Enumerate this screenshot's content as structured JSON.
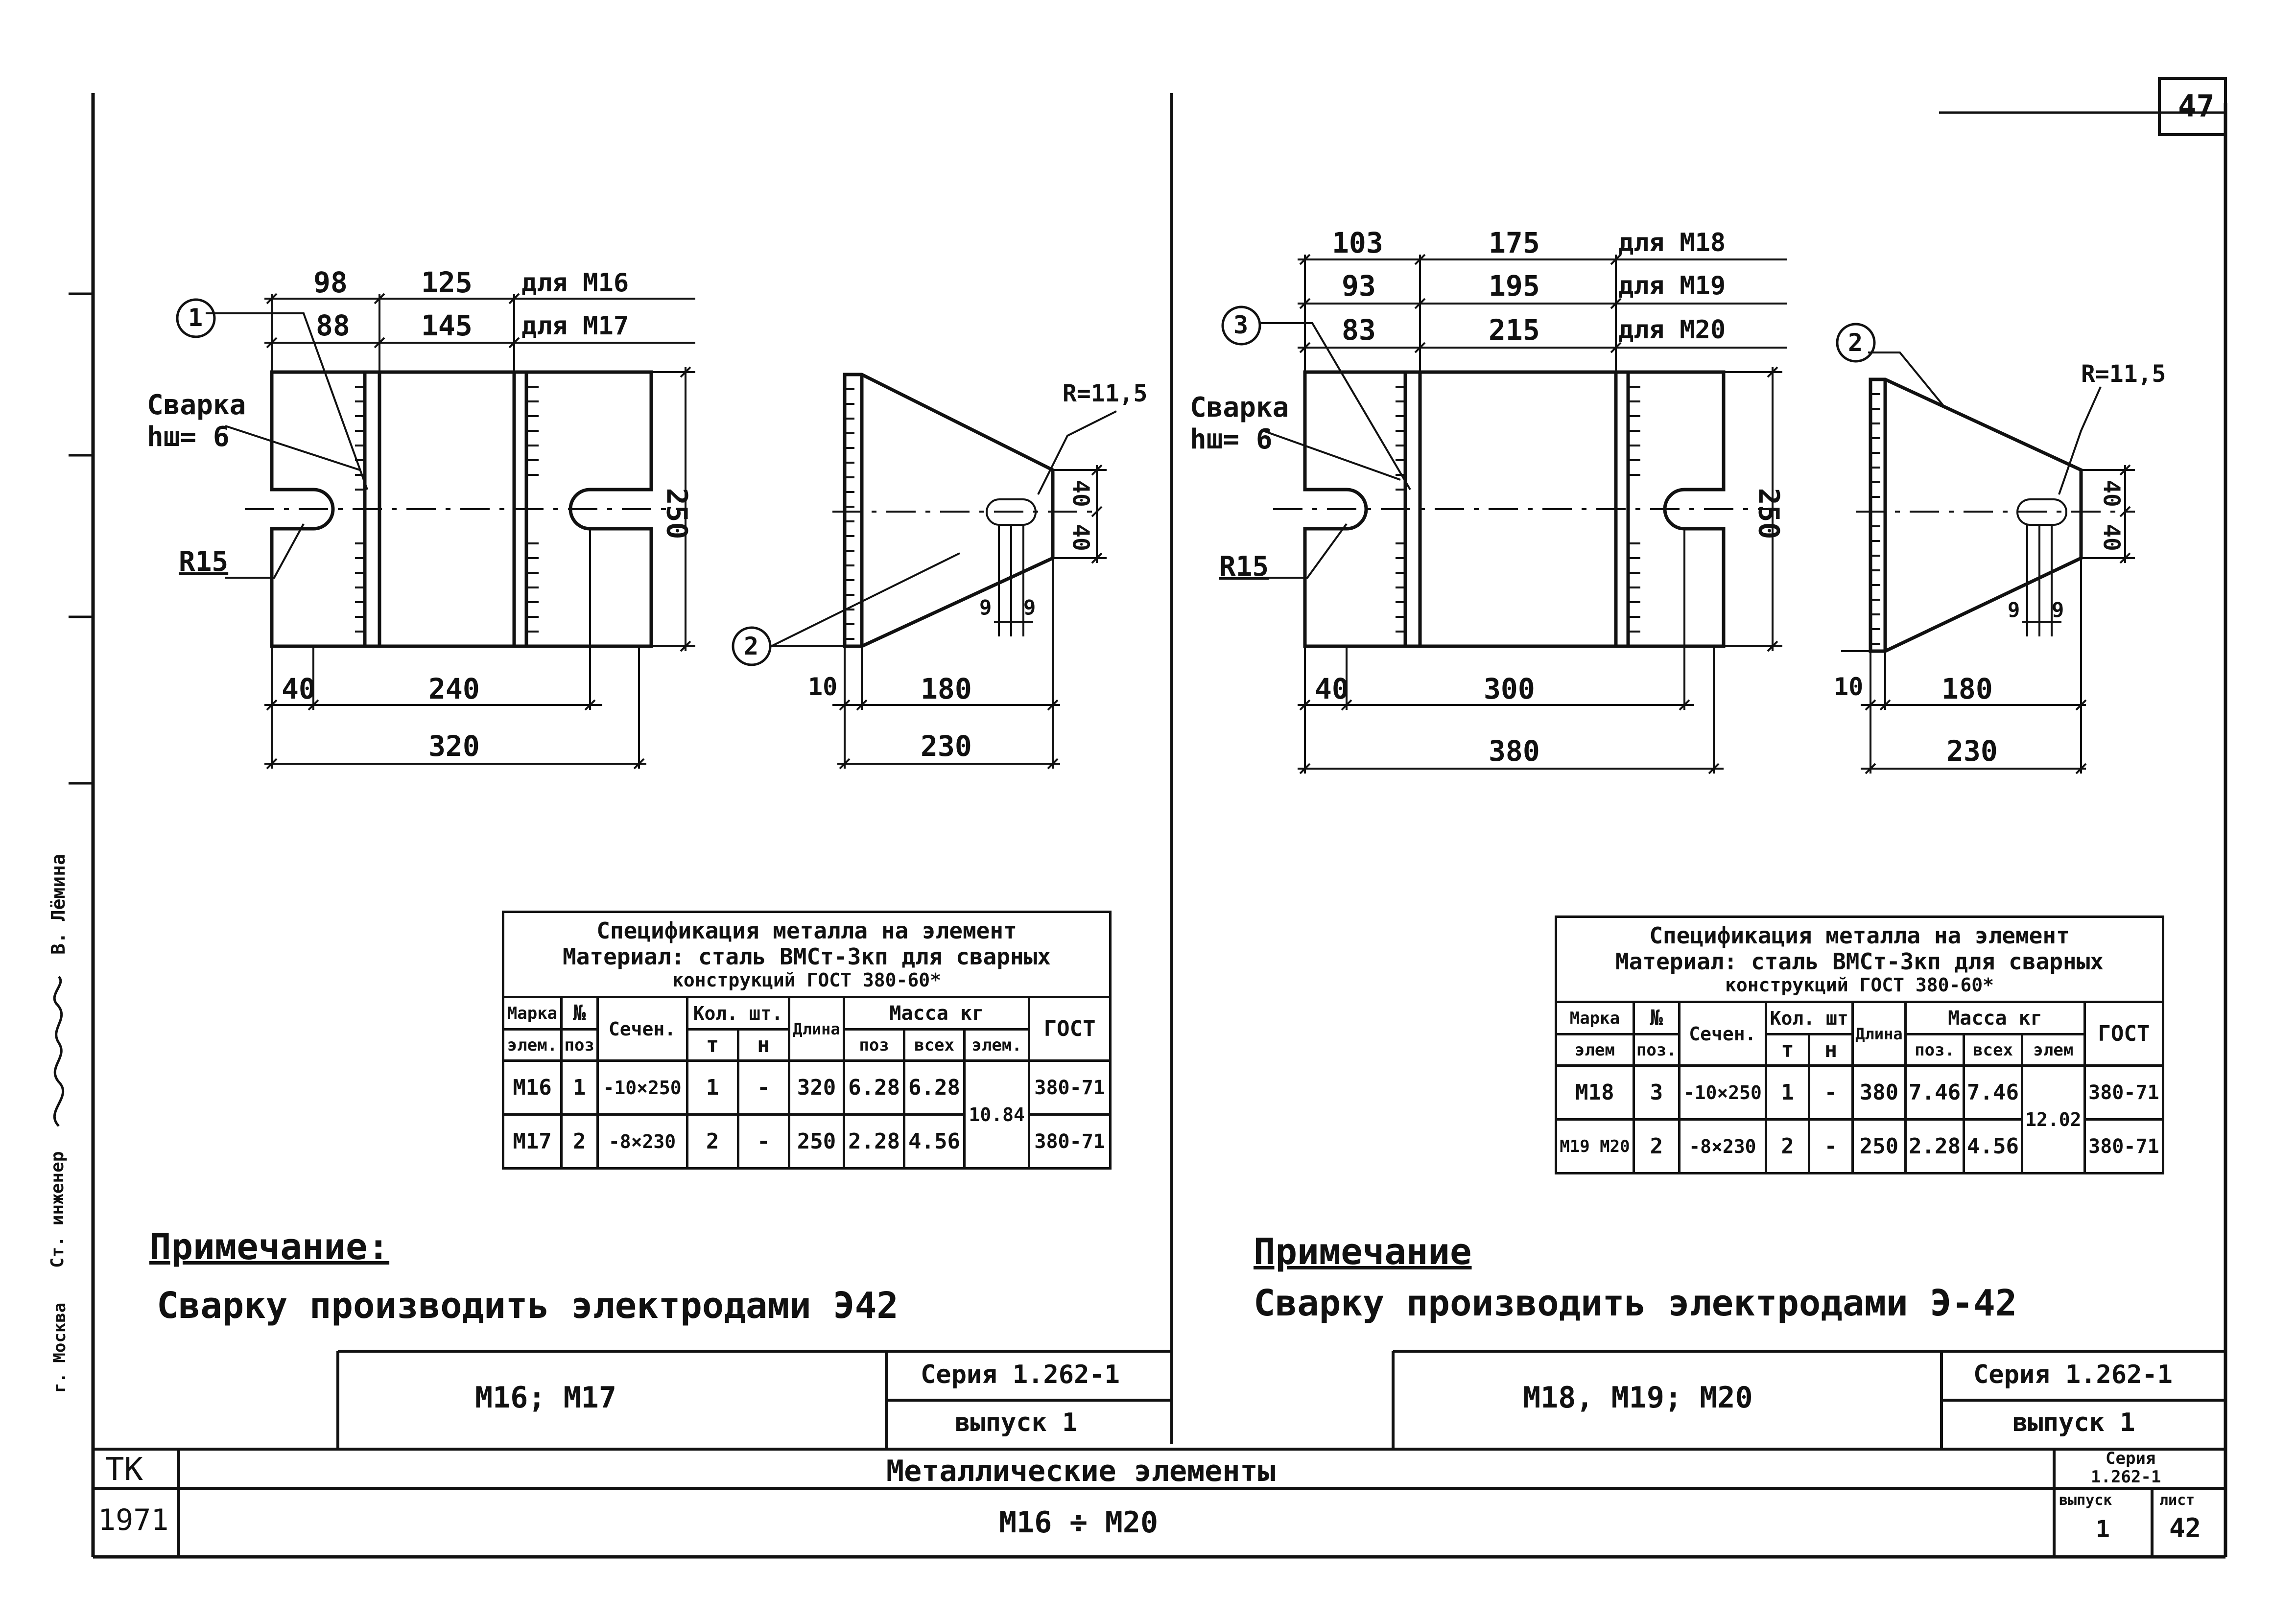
{
  "page_number": "47",
  "left_panel": {
    "dims_top": {
      "row1": {
        "a": "98",
        "b": "125",
        "label": "для М16"
      },
      "row2": {
        "a": "88",
        "b": "145",
        "label": "для М17"
      }
    },
    "pos_marker_main": "1",
    "pos_marker_side": "2",
    "weld_label": "Сварка",
    "weld_size": "hш= 6",
    "radius_left": "R15",
    "height": "250",
    "dim_40": "40",
    "dim_240": "240",
    "dim_320": "320",
    "side": {
      "r": "R=11,5",
      "h1": "40",
      "h2": "40",
      "d1": "9",
      "d2": "9",
      "w10": "10",
      "w180": "180",
      "w230": "230"
    },
    "spec": {
      "title1": "Спецификация металла на элемент",
      "title2": "Материал: сталь ВМСт-3кп для сварных",
      "title3": "конструкций ГОСТ 380-60*",
      "headers": {
        "mark": "Марка",
        "mark2": "элем.",
        "pos": "№",
        "pos2": "поз",
        "section": "Сечен.",
        "qty": "Кол. шт.",
        "qty_t": "т",
        "qty_n": "н",
        "length": "Длина",
        "mass": "Масса кг",
        "m_pos": "поз",
        "m_all": "всех",
        "m_el": "элем.",
        "gost": "ГОСТ"
      },
      "rows": [
        {
          "mark": "М16",
          "pos": "1",
          "section": "-10×250",
          "t": "1",
          "n": "-",
          "len": "320",
          "m_pos": "6.28",
          "m_all": "6.28",
          "gost": "380-71"
        },
        {
          "mark": "М17",
          "pos": "2",
          "section": "-8×230",
          "t": "2",
          "n": "-",
          "len": "250",
          "m_pos": "2.28",
          "m_all": "4.56",
          "gost": "380-71"
        }
      ],
      "m_el_total": "10.84"
    },
    "note_title": "Примечание:",
    "note_text": "Сварку производить электродами Э42",
    "tb_title": "М16; М17",
    "tb_series": "Серия 1.262-1",
    "tb_issue": "выпуск 1"
  },
  "right_panel": {
    "dims_top": {
      "row1": {
        "a": "103",
        "b": "175",
        "label": "для М18"
      },
      "row2": {
        "a": "93",
        "b": "195",
        "label": "для М19"
      },
      "row3": {
        "a": "83",
        "b": "215",
        "label": "для М20"
      }
    },
    "pos_marker_main": "3",
    "pos_marker_side": "2",
    "weld_label": "Сварка",
    "weld_size": "hш= 6",
    "radius_left": "R15",
    "height": "250",
    "dim_40": "40",
    "dim_300": "300",
    "dim_380": "380",
    "side": {
      "r": "R=11,5",
      "h1": "40",
      "h2": "40",
      "d1": "9",
      "d2": "9",
      "w10": "10",
      "w180": "180",
      "w230": "230"
    },
    "spec": {
      "title1": "Спецификация металла на элемент",
      "title2": "Материал: сталь ВМСт-3кп для сварных",
      "title3": "конструкций ГОСТ 380-60*",
      "headers": {
        "mark": "Марка",
        "mark2": "элем",
        "pos": "№",
        "pos2": "поз.",
        "section": "Сечен.",
        "qty": "Кол. шт",
        "qty_t": "т",
        "qty_n": "н",
        "length": "Длина",
        "mass": "Масса кг",
        "m_pos": "поз.",
        "m_all": "всех",
        "m_el": "элем",
        "gost": "ГОСТ"
      },
      "rows": [
        {
          "mark": "М18",
          "pos": "3",
          "section": "-10×250",
          "t": "1",
          "n": "-",
          "len": "380",
          "m_pos": "7.46",
          "m_all": "7.46",
          "gost": "380-71"
        },
        {
          "mark": "М19 М20",
          "pos": "2",
          "section": "-8×230",
          "t": "2",
          "n": "-",
          "len": "250",
          "m_pos": "2.28",
          "m_all": "4.56",
          "gost": "380-71"
        }
      ],
      "m_el_total": "12.02"
    },
    "note_title": "Примечание",
    "note_text": "Сварку производить электродами Э-42",
    "tb_title": "М18, М19; М20",
    "tb_series": "Серия 1.262-1",
    "tb_issue": "выпуск 1"
  },
  "side_stamp": {
    "city": "г. Москва",
    "role": "Ст. инженер",
    "name": "В. Лёмина"
  },
  "main_titleblock": {
    "code": "ТК",
    "year": "1971",
    "title": "Металлические элементы",
    "subtitle": "М16 ÷ М20",
    "series_label": "Серия",
    "series_value": "1.262-1",
    "issue_label": "выпуск",
    "issue_value": "1",
    "sheet_label": "лист",
    "sheet_value": "42"
  }
}
